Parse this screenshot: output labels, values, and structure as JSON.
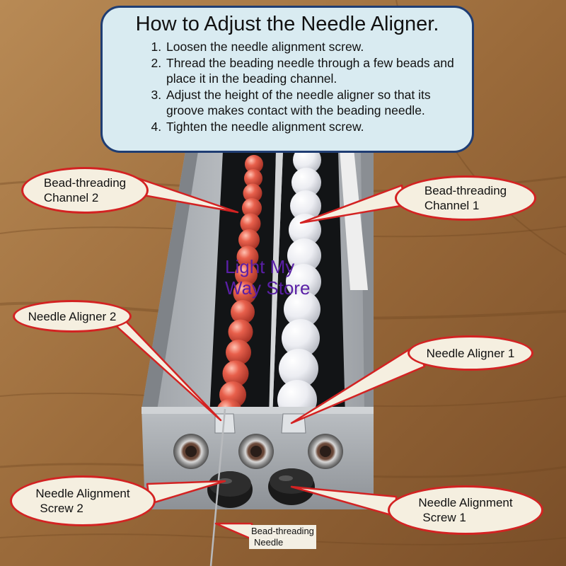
{
  "colors": {
    "table_wood": "#9a6a3a",
    "tray_metal": "#a9adb2",
    "channel_black": "#121416",
    "red_bead": "#d94a3a",
    "white_pearl": "#ecedf2",
    "callout_border": "#d32222",
    "callout_fill": "#f5efe0",
    "title_fill": "#d9ebf1",
    "title_border": "#1f3d73",
    "watermark": "#5a1fa6"
  },
  "title_box": {
    "title": "How to Adjust the Needle Aligner.",
    "steps": [
      "Loosen the needle alignment screw.",
      "Thread the beading needle through a few beads and place it in the beading channel.",
      "Adjust the height of the needle aligner so that its groove makes contact with the beading needle.",
      "Tighten the needle alignment screw."
    ]
  },
  "callouts": {
    "channel2": [
      "Bead-threading",
      "Channel 2"
    ],
    "channel1": [
      "Bead-threading",
      "Channel 1"
    ],
    "aligner2": "Needle Aligner 2",
    "aligner1": "Needle Aligner 1",
    "screw2": [
      "Needle Alignment",
      "Screw 2"
    ],
    "screw1": [
      "Needle Alignment",
      "Screw 1"
    ],
    "needle": [
      "Bead-threading",
      "Needle"
    ]
  },
  "watermark": [
    "Light My",
    "Way Store"
  ]
}
